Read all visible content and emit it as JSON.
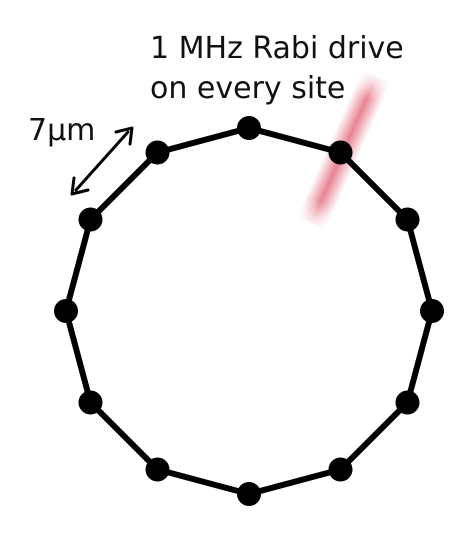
{
  "annotation": {
    "drive_line1": "1 MHz Rabi drive",
    "drive_line2": "on every site"
  },
  "spacing_label": "7μm",
  "ring": {
    "site_count": 12,
    "site_color": "#000000",
    "bond_color": "#000000"
  },
  "laser_beam": {
    "color": "#e05a6e"
  }
}
